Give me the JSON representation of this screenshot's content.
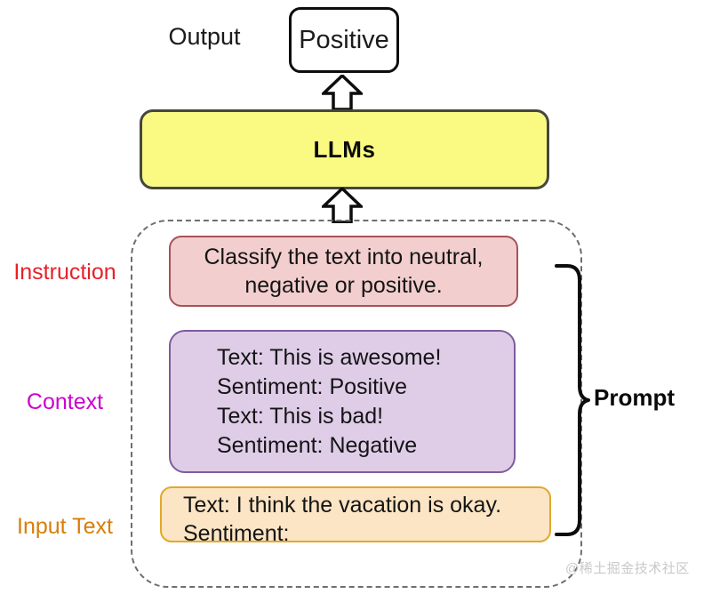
{
  "diagram": {
    "title": "LLM prompt structure diagram",
    "output": {
      "label": "Output",
      "value": "Positive"
    },
    "model": {
      "label": "LLMs"
    },
    "prompt": {
      "bracket_label": "Prompt",
      "sections": [
        {
          "name": "instruction",
          "label": "Instruction",
          "label_color": "#E8202A",
          "fill": "#F2CECE",
          "stroke": "#A65258",
          "lines": [
            "Classify the text into neutral,",
            "negative or positive."
          ]
        },
        {
          "name": "context",
          "label": "Context",
          "label_color": "#CC00CC",
          "fill": "#DFCDE8",
          "stroke": "#7D5C9E",
          "lines": [
            "Text: This is awesome!",
            "Sentiment: Positive",
            "Text: This is bad!",
            "Sentiment: Negative"
          ]
        },
        {
          "name": "input-text",
          "label": "Input Text",
          "label_color": "#D97E0A",
          "fill": "#FCE5C4",
          "stroke": "#E0A92C",
          "lines": [
            "Text: I think the vacation is okay.",
            "Sentiment:"
          ]
        }
      ]
    },
    "arrows": [
      {
        "name": "prompt-to-llm-arrow",
        "direction": "up"
      },
      {
        "name": "llm-to-output-arrow",
        "direction": "up"
      }
    ],
    "colors": {
      "llm_fill": "#FAFA82",
      "llm_stroke": "#464640",
      "output_stroke": "#0d0d0d",
      "dashed_container_stroke": "#6e6e6e"
    },
    "watermark": "@稀土掘金技术社区"
  }
}
